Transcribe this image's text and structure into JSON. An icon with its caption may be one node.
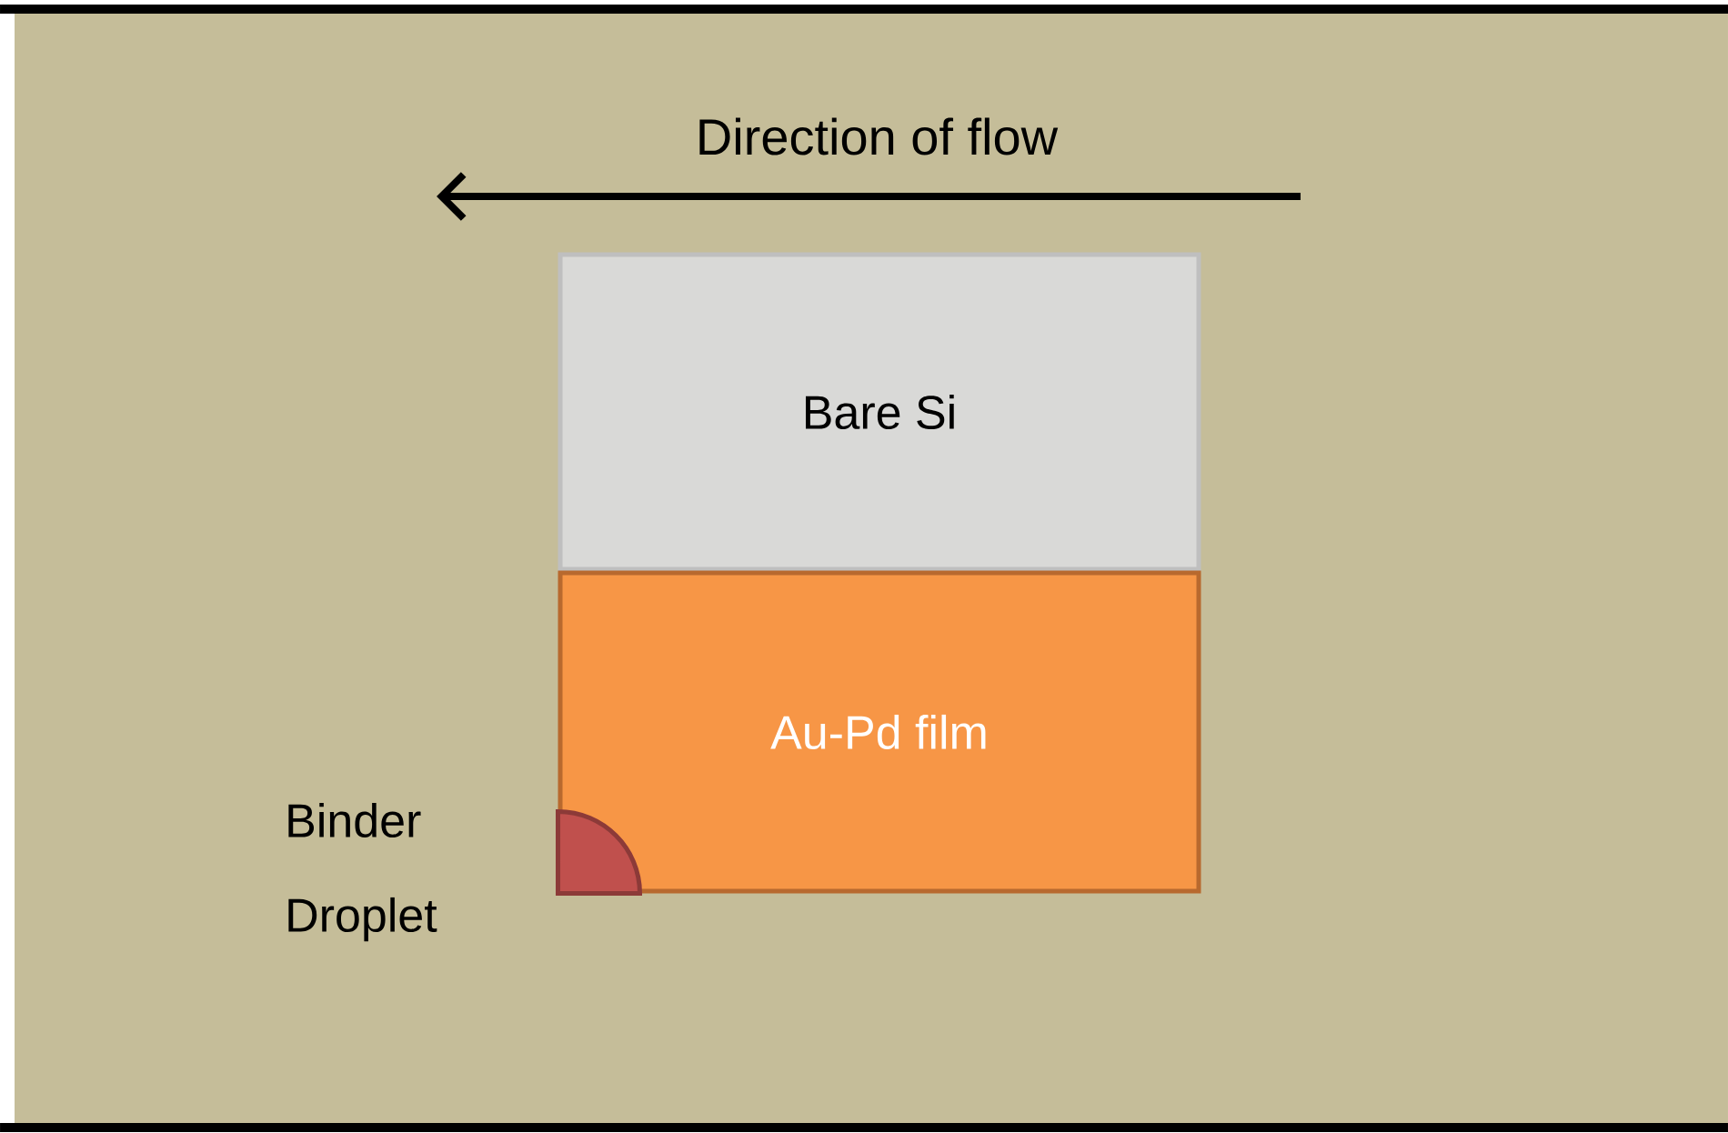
{
  "diagram": {
    "nodes": [
      {
        "text": [
          "Bare Si"
        ]
      },
      {
        "text": [
          "Au-Pd film"
        ]
      },
      {
        "text": [],
        "shape": "circle",
        "in": 1,
        "beside": [
          "Binder Droplet"
        ]
      }
    ],
    "labels": [
      "Direction of flow"
    ]
  }
}
